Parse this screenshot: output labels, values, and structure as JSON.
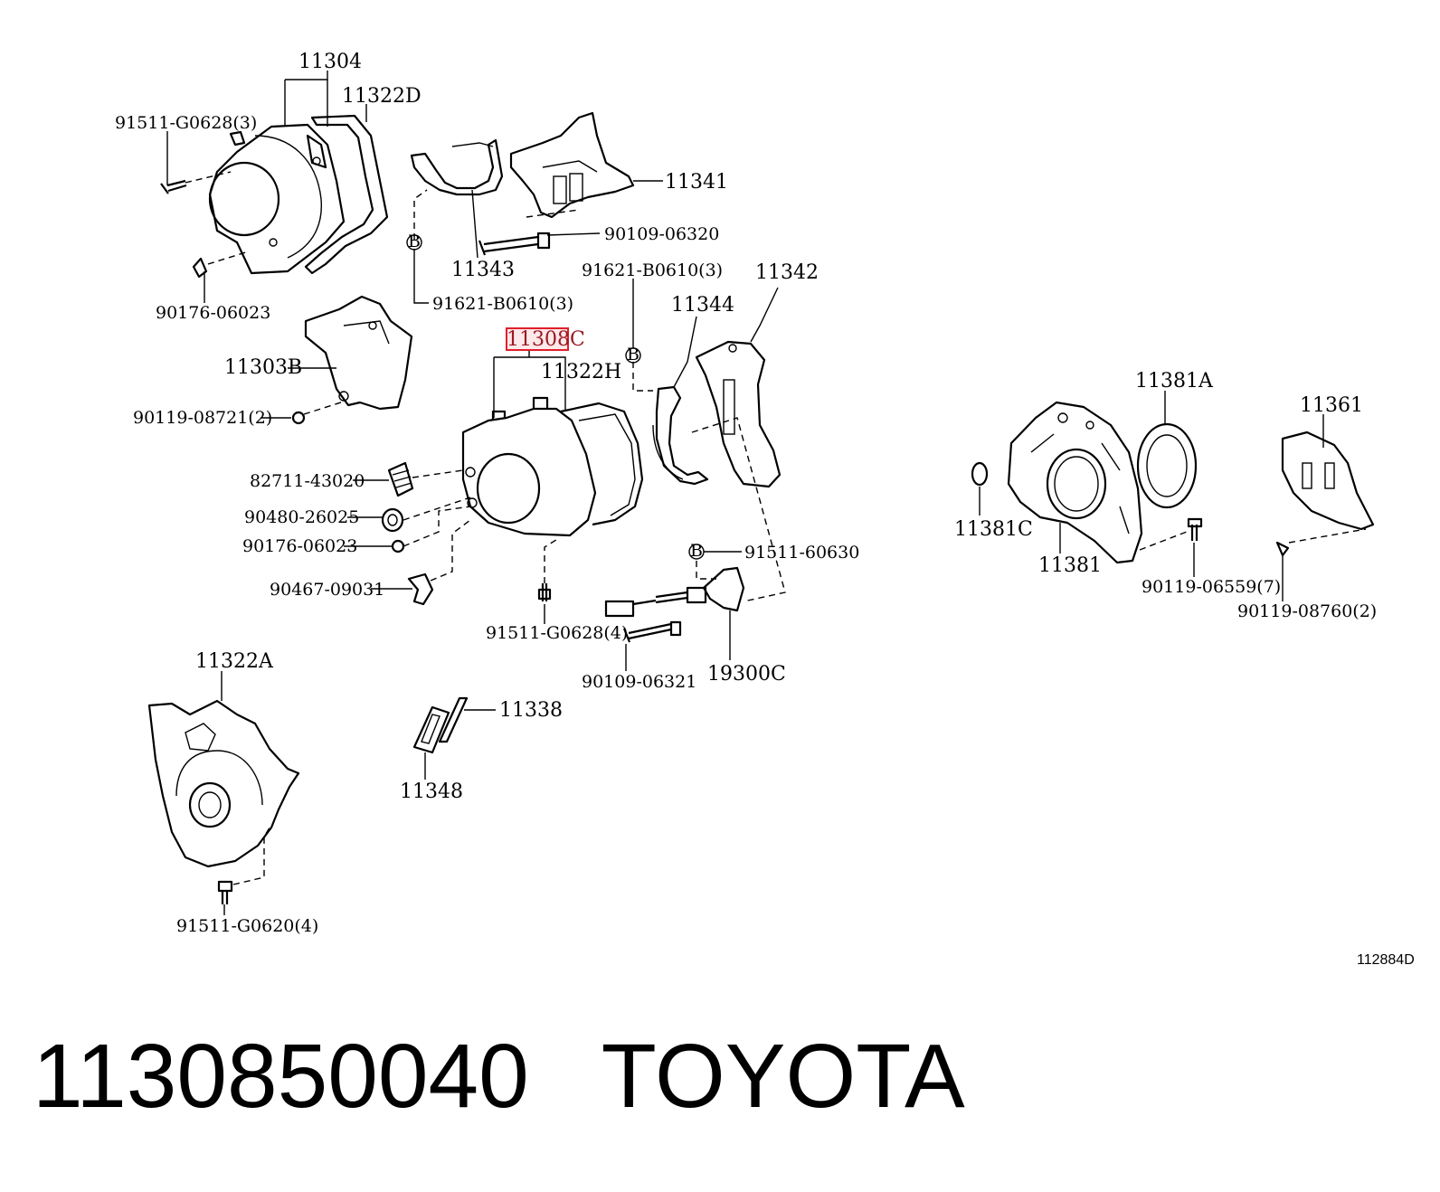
{
  "diagram": {
    "ref_code": "112884D",
    "highlight_color": "#e0202a",
    "labels": {
      "l11304": "11304",
      "l11322D": "11322D",
      "l91511_G0628_3": "91511-G0628(3)",
      "l90176_06023_a": "90176-06023",
      "l11343": "11343",
      "l11341": "11341",
      "l90109_06320": "90109-06320",
      "l91621_B0610_3_a": "91621-B0610(3)",
      "l91621_B0610_3_b": "91621-B0610(3)",
      "l11342": "11342",
      "l11344": "11344",
      "l11303B": "11303B",
      "l90119_08721_2": "90119-08721(2)",
      "l11308C": "11308C",
      "l11322H": "11322H",
      "l82711_43020": "82711-43020",
      "l90480_26025": "90480-26025",
      "l90176_06023_b": "90176-06023",
      "l90467_09031": "90467-09031",
      "l91511_G0628_4": "91511-G0628(4)",
      "l91511_60630": "91511-60630",
      "l90109_06321": "90109-06321",
      "l19300C": "19300C",
      "l11322A": "11322A",
      "l11338": "11338",
      "l11348": "11348",
      "l91511_G0620_4": "91511-G0620(4)",
      "l11381A": "11381A",
      "l11361": "11361",
      "l11381C": "11381C",
      "l11381": "11381",
      "l90119_06559_7": "90119-06559(7)",
      "l90119_08760_2": "90119-08760(2)",
      "markerB": "B"
    }
  },
  "caption": {
    "part_number": "1130850040",
    "brand": "TOYOTA"
  }
}
